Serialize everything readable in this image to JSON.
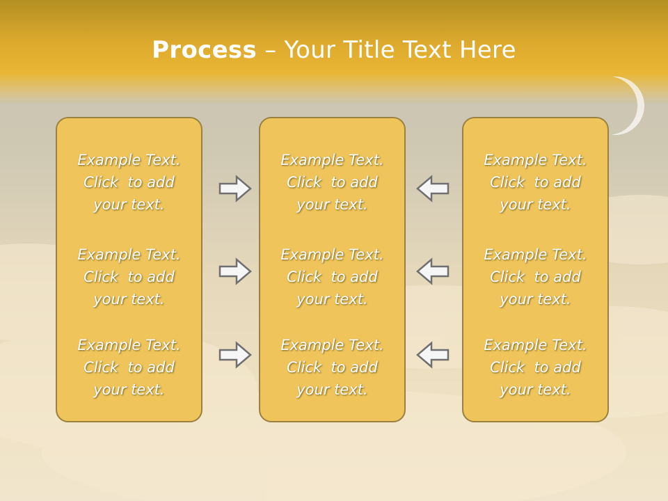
{
  "slide": {
    "title_bold": "Process",
    "title_rest": " – Your Title Text Here"
  },
  "columns": [
    {
      "items": [
        {
          "line1": "Example Text.",
          "line2": "Click  to add",
          "line3": "your text."
        },
        {
          "line1": "Example Text.",
          "line2": "Click  to add",
          "line3": "your text."
        },
        {
          "line1": "Example Text.",
          "line2": "Click  to add",
          "line3": "your text."
        }
      ]
    },
    {
      "items": [
        {
          "line1": "Example Text.",
          "line2": "Click  to add",
          "line3": "your text."
        },
        {
          "line1": "Example Text.",
          "line2": "Click  to add",
          "line3": "your text."
        },
        {
          "line1": "Example Text.",
          "line2": "Click  to add",
          "line3": "your text."
        }
      ]
    },
    {
      "items": [
        {
          "line1": "Example Text.",
          "line2": "Click  to add",
          "line3": "your text."
        },
        {
          "line1": "Example Text.",
          "line2": "Click  to add",
          "line3": "your text."
        },
        {
          "line1": "Example Text.",
          "line2": "Click  to add",
          "line3": "your text."
        }
      ]
    }
  ],
  "arrows": {
    "left_group": [
      "arrow-right-icon",
      "arrow-right-icon",
      "arrow-right-icon"
    ],
    "right_group": [
      "arrow-left-icon",
      "arrow-left-icon",
      "arrow-left-icon"
    ]
  },
  "colors": {
    "title_band": "#e9b634",
    "box_fill": "#efc55b",
    "box_border": "#9a8140",
    "text": "#ffffff"
  }
}
